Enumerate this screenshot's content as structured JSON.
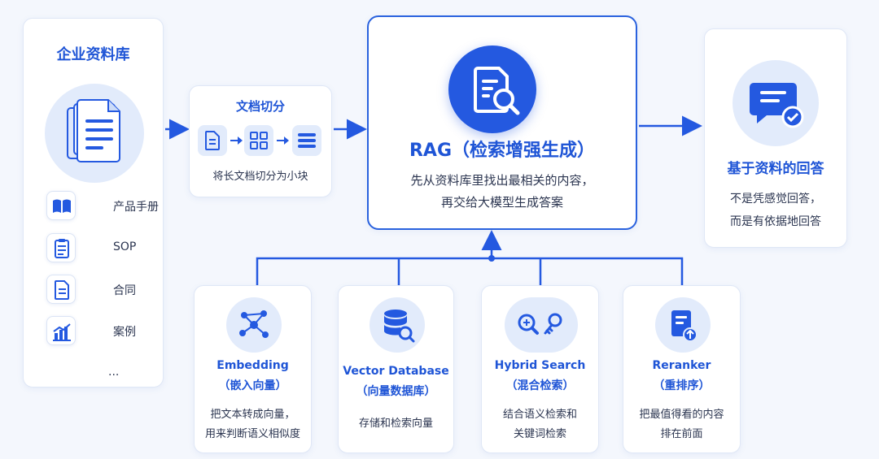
{
  "knowledge_base": {
    "title": "企业资料库",
    "sources": [
      {
        "label": "产品手册",
        "icon": "book-icon"
      },
      {
        "label": "SOP",
        "icon": "clipboard-icon"
      },
      {
        "label": "合同",
        "icon": "document-icon"
      },
      {
        "label": "案例",
        "icon": "bar-chart-icon"
      }
    ],
    "more": "..."
  },
  "chunking": {
    "title": "文档切分",
    "subtitle": "将长文档切分为小块"
  },
  "rag": {
    "title": "RAG（检索增强生成）",
    "desc_line1": "先从资料库里找出最相关的内容，",
    "desc_line2": "再交给大模型生成答案"
  },
  "answer": {
    "title": "基于资料的回答",
    "desc_line1": "不是凭感觉回答，",
    "desc_line2": "而是有依据地回答"
  },
  "components": [
    {
      "name": "Embedding",
      "cn": "（嵌入向量）",
      "desc1": "把文本转成向量，",
      "desc2": "用来判断语义相似度",
      "icon": "network-icon"
    },
    {
      "name": "Vector Database",
      "cn": "（向量数据库）",
      "desc1": "存储和检索向量",
      "desc2": "",
      "icon": "database-search-icon"
    },
    {
      "name": "Hybrid Search",
      "cn": "（混合检索）",
      "desc1": "结合语义检索和",
      "desc2": "关键词检索",
      "icon": "search-key-icon"
    },
    {
      "name": "Reranker",
      "cn": "（重排序）",
      "desc1": "把最值得看的内容",
      "desc2": "排在前面",
      "icon": "rerank-icon"
    }
  ],
  "colors": {
    "accent": "#1f55d6",
    "primary_fill": "#2459e0",
    "icon_bg": "#e2ebfb",
    "background": "#f4f7fd"
  }
}
